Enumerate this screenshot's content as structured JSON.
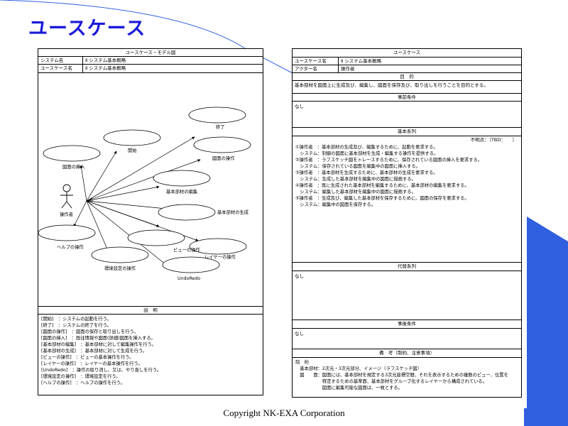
{
  "slide": {
    "title": "ユースケース",
    "copyright": "Copyright NK-EXA Corporation",
    "accent_color": "#1a1ad8",
    "decoration_color": "#3060e0"
  },
  "left_panel": {
    "header": "ユースケース・モデル図",
    "system_label": "システム名",
    "system_value": "Ⅱ システム基本概略",
    "usecase_label": "ユースケース名",
    "usecase_value": "Ⅱ システム基本概略",
    "actor": {
      "name": "操作者",
      "icon": "stick-figure-icon"
    },
    "usecases": [
      "終了",
      "開始",
      "図面の操作",
      "図面の挿入",
      "基本部材の編集",
      "基本部材の生成",
      "ビューの操作",
      "ヘルプの操作",
      "レイヤーの操作",
      "環境設定の操作",
      "UndoRedo"
    ],
    "explanation_header": "説　明",
    "explanation_lines": [
      "[開始]　：システムの起動を行う。",
      "[終了]　：システムの終了を行う。",
      "[図面の操作]　：図面の保存と取り出しを行う。",
      "[図面の挿入]　：既往情報や図面(詳細)図面を挿入する。",
      "[基本部材の編集]　：基本部材に対して編集操作を行う。",
      "[基本部材の生成]　：基本部材に対して生成を行う。",
      "[ビューの操作]　：ビューの基本操作を行う。",
      "[レイヤーの操作]　：レイヤーの基本操作を行う。",
      "[UndoRedo]　：操作の取り消し、又は、やり直しを行う。",
      "[環境設定の操作]　：環境設定を行う。",
      "[ヘルプの操作]　：ヘルプの操作を行う。"
    ]
  },
  "right_panel": {
    "header": "ユースケース",
    "usecase_label": "ユースケース名",
    "usecase_value": "Ⅱ システム基本概略",
    "actor_label": "アクター名",
    "actor_value": "操作者",
    "purpose_header": "目　的",
    "purpose_text": "基本部材を図面上に生成及び、編集し、図面を保存及び、取り出しを行うことを目的とする。",
    "precondition_header": "事前条件",
    "precondition_text": "なし",
    "basic_flow_header": "基本系列",
    "basic_flow_note": "不明点：（TBD：　　）",
    "basic_flow_lines": [
      "①操作者　：基本部材の生成及び、編集するために、起動を要求する。",
      "　システム：制御の図面に基本部材を生成・編集する操作を提供する。",
      "②操作者　：ラフスケッチ図をトレースするために、保存されている図面の挿入を要求する。",
      "　システム：保存されている図面を編集中の図面に挿入する。",
      "③操作者　：基本部材を生成するために、基本部材の生成を要求する。",
      "　システム：生成した基本部材を編集中の図面に描画する。",
      "④操作者　：既に生成された基本部材を編集するために、基本部材の編集を要求する。",
      "　システム：編集した基本部材を編集中の図面に描画する。",
      "⑤操作者　：生成及び、編集した基本部材を保存するために、図面の保存を要求する。",
      "　システム：編集中の図面を保存する。"
    ],
    "alt_flow_header": "代替系列",
    "alt_flow_text": "なし",
    "postcondition_header": "事後条件",
    "postcondition_text": "なし",
    "notes_header": "備　考（制約、注意事項）",
    "notes_lines": [
      "制　約",
      "　基本部材：2次元・3次元部分、イメージ（ラフスケッチ図）",
      "　図　　面：図面には、基本部材を規定する3次元座標空間、それを表示するための複数のビュー、位置を",
      "　　　　　　特定するための基準面、基本部材をグループ化するレイヤーから構成されている。",
      "　　　　　　図面に編集可能な図面は、一枚とする。"
    ]
  }
}
